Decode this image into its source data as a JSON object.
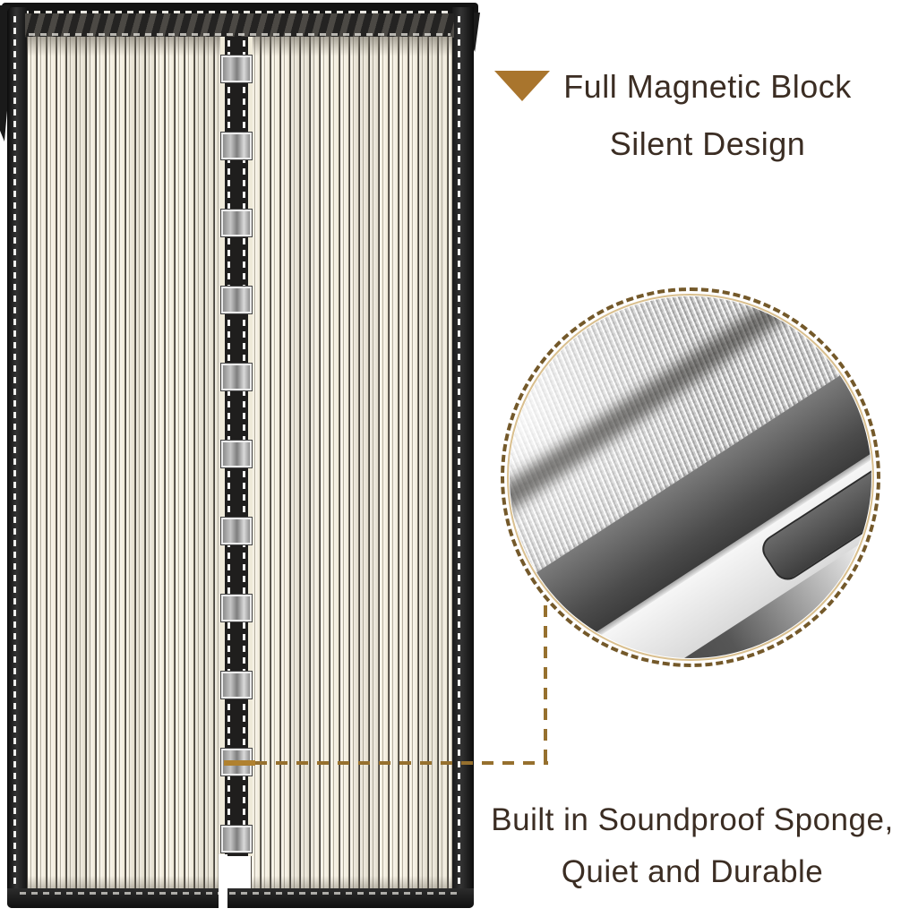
{
  "features": {
    "magnetic_block": {
      "line1": "Full Magnetic Block",
      "line2": "Silent Design"
    },
    "soundproof": {
      "line1": "Built in Soundproof Sponge,",
      "line2": "Quiet and Durable"
    }
  },
  "icons": {
    "triangle_marker": "triangle-down-marker"
  },
  "door": {
    "magnet_count": 11
  },
  "colors": {
    "accent_brown": "#a9752d",
    "text_brown": "#3b2d23",
    "callout_line": "#96702e",
    "circle_dash": "#74592a",
    "circle_ring": "#d9bf8e",
    "mesh_cream": "#f5f0e3",
    "frame_black": "#1b1b1b",
    "magnet_gray": "#bdbdbd"
  }
}
